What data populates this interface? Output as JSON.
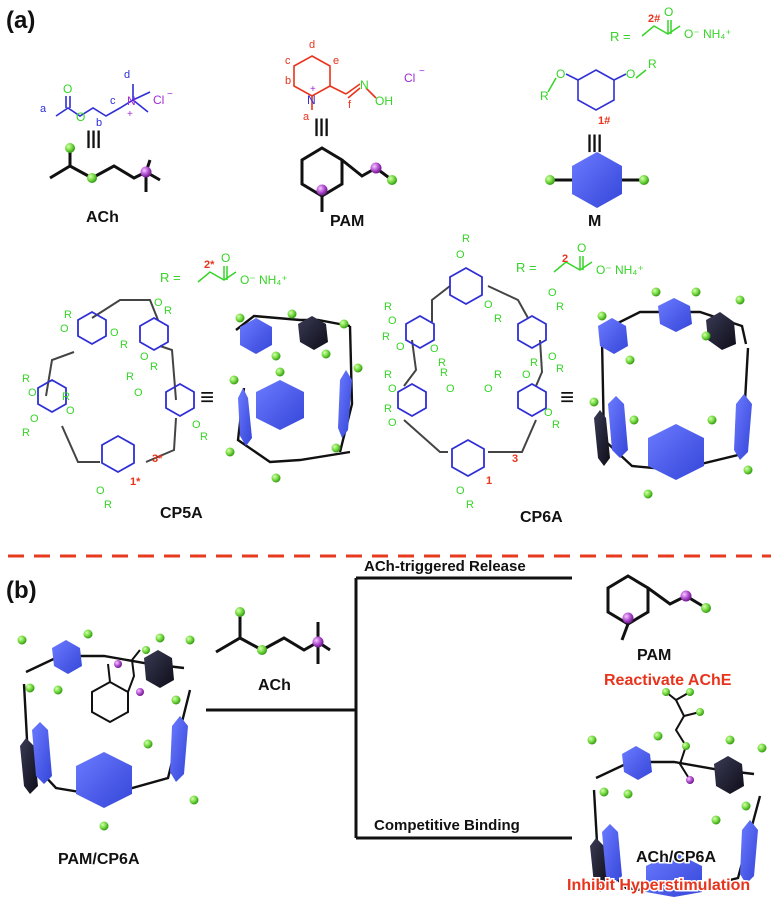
{
  "panel_a": {
    "label": "(a)",
    "ach_name": "ACh",
    "pam_name": "PAM",
    "m_name": "M",
    "cp5a_name": "CP5A",
    "cp6a_name": "CP6A",
    "equiv": "|||",
    "equiv_h": "≡",
    "ach_atoms": {
      "a": "a",
      "b": "b",
      "c": "c",
      "d": "d",
      "n": "N",
      "plus": "+",
      "cl": "Cl",
      "clminus": "−",
      "o": "O"
    },
    "pam_atoms": {
      "a": "a",
      "b": "b",
      "c": "c",
      "d": "d",
      "e": "e",
      "f": "f",
      "n": "N",
      "plus": "+",
      "o": "O",
      "n2": "N",
      "oh": "OH",
      "cl": "Cl",
      "clminus": "−"
    },
    "m_group": {
      "r_eq": "R =",
      "nh4": "O⁻ NH₄⁺",
      "o": "O",
      "label": "2#",
      "pos1": "1#",
      "ro": "R"
    },
    "cp5a_group": {
      "r_eq": "R =",
      "nh4": "O⁻ NH₄⁺",
      "o": "O",
      "label": "2*",
      "pos1": "1*",
      "pos3": "3*"
    },
    "cp6a_group": {
      "r_eq": "R =",
      "nh4": "O⁻ NH₄⁺",
      "o": "O",
      "label": "2",
      "pos1": "1",
      "pos3": "3"
    },
    "r": "R",
    "o": "O"
  },
  "panel_b": {
    "label": "(b)",
    "complex_name": "PAM/CP6A",
    "guest_name": "ACh",
    "release_label": "ACh-triggered Release",
    "binding_label": "Competitive Binding",
    "product_name": "PAM",
    "product_effect": "Reactivate AChE",
    "complex2_name": "ACh/CP6A",
    "complex2_effect": "Inhibit Hyperstimulation"
  },
  "colors": {
    "blue": "#2f2fd6",
    "red": "#e8341c",
    "green": "#36d427",
    "purple": "#a12bd9",
    "hex_blue": "#4a5af0",
    "dark": "#1a1a1a",
    "sphere_green": "#7be04a",
    "sphere_purple": "#c05cd6",
    "divider": "#e63b1e"
  }
}
